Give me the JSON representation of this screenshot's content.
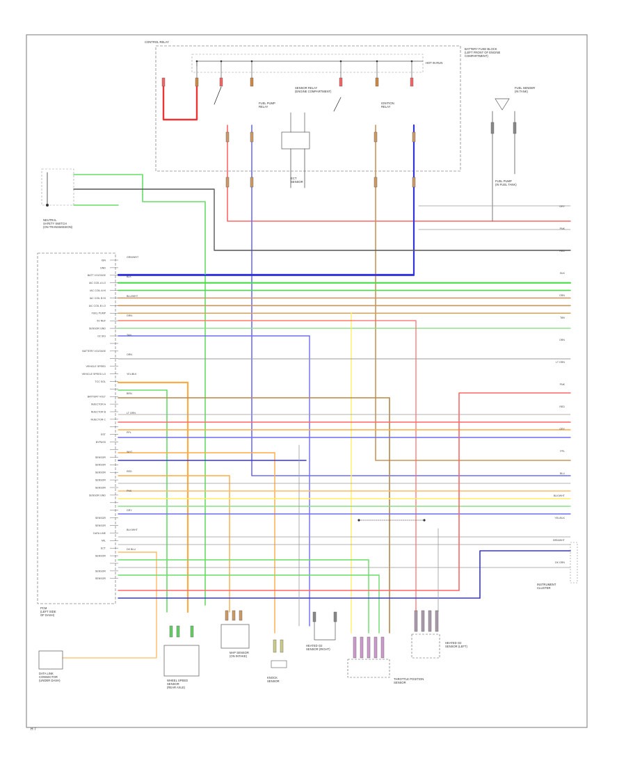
{
  "components": {
    "control_relay": {
      "lines": [
        "CONTROL RELAY"
      ]
    },
    "battery_fuse": {
      "lines": [
        "BATTERY FUSE BLOCK",
        "(LEFT FRONT OF ENGINE",
        "COMPARTMENT)"
      ]
    },
    "fuel_pump_relay": {
      "lines": [
        "FUEL PUMP",
        "RELAY"
      ]
    },
    "ignition_relay": {
      "lines": [
        "IGNITION",
        "RELAY"
      ]
    },
    "hot_in_run": {
      "lines": [
        "HOT IN RUN"
      ]
    },
    "fuel_sender": {
      "lines": [
        "FUEL SENDER",
        "(IN TANK)"
      ]
    },
    "sensor_relay": {
      "lines": [
        "SENSOR RELAY",
        "(ENGINE COMPARTMENT)"
      ]
    },
    "fuel_pump": {
      "lines": [
        "FUEL PUMP",
        "(IN FUEL TANK)"
      ]
    },
    "pcm": {
      "lines": [
        "PCM",
        "(LEFT SIDE",
        "OF DASH)"
      ]
    },
    "neutral_switch": {
      "lines": [
        "NEUTRAL",
        "SAFETY SWITCH",
        "(ON TRANSMISSION)"
      ]
    },
    "data_link_connector": {
      "lines": [
        "DATA LINK",
        "CONNECTOR",
        "(UNDER DASH)"
      ]
    },
    "map_sensor": {
      "lines": [
        "MAP SENSOR",
        "(ON INTAKE)"
      ]
    },
    "wheel_speed_sensor": {
      "lines": [
        "WHEEL SPEED",
        "SENSOR",
        "(REAR AXLE)"
      ]
    },
    "knock_sensor": {
      "lines": [
        "KNOCK",
        "SENSOR"
      ]
    },
    "o2_sensor_right": {
      "lines": [
        "HEATED O2",
        "SENSOR (RIGHT)"
      ]
    },
    "o2_sensor_left": {
      "lines": [
        "HEATED O2",
        "SENSOR (LEFT)"
      ]
    },
    "ect_sensor": {
      "lines": [
        "ECT",
        "SENSOR"
      ]
    },
    "throttle_position": {
      "lines": [
        "THROTTLE POSITION",
        "SENSOR"
      ]
    },
    "instrument_cluster": {
      "lines": [
        "INSTRUMENT",
        "CLUSTER"
      ]
    }
  },
  "pcm_pins": [
    "IGN",
    "GND",
    "BATT VOLTAGE",
    "IAC COIL A LO",
    "IAC COIL A HI",
    "IAC COIL B HI",
    "IAC COIL B LO",
    "FUEL PUMP",
    "5V REF",
    "SENSOR GND",
    "O2 SIG",
    "",
    "BATTERY VOLTAGE",
    "",
    "VEHICLE SPEED",
    "VEHICLE SPEED LO",
    "TCC SOL",
    "",
    "BATTERY VOLT",
    "INJECTOR A",
    "INJECTOR B",
    "INJECTOR C",
    "",
    "EST",
    "BYPASS",
    "",
    "SENSOR",
    "SENSOR",
    "SENSOR",
    "SENSOR",
    "SENSOR",
    "SENSOR GND",
    "",
    "",
    "SENSOR",
    "SENSOR",
    "DATA LINE",
    "MIL",
    "ECT",
    "SENSOR",
    "",
    "SENSOR",
    "SENSOR"
  ],
  "wire_labels": [
    "GRN/WHT",
    "BLK",
    "BLU/WHT",
    "GRN",
    "TAN",
    "ORN",
    "YEL/BLK",
    "BRN",
    "LT GRN",
    "PPL",
    "WHT",
    "RED",
    "PNK",
    "GRY",
    "BLK/WHT",
    "DK BLU"
  ],
  "right_labels": [
    "GRY",
    "PNK",
    "RED",
    "BLK",
    "GRN",
    "TAN",
    "ORN",
    "LT GRN",
    "PNK",
    "RED",
    "GRY",
    "PPL",
    "BLU",
    "BLK/WHT",
    "YEL/BLK",
    "BRN/WHT",
    "DK GRN"
  ],
  "footer": "H 7"
}
